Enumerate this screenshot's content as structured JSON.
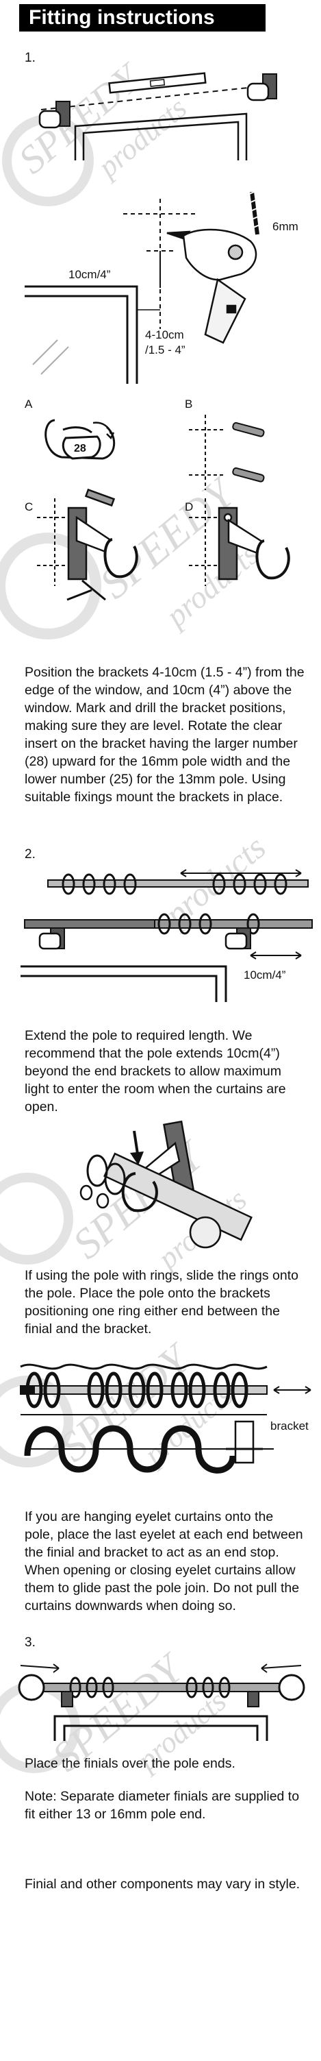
{
  "header": {
    "title": "Fitting instructions"
  },
  "steps": {
    "s1": "1.",
    "s2": "2.",
    "s3": "3."
  },
  "fig1": {
    "mm": "6mm",
    "dist_h": "10cm/4”",
    "dist_v1": "4-10cm",
    "dist_v2": "/1.5 - 4”",
    "insert": "28"
  },
  "figAB": {
    "a": "A",
    "b": "B",
    "c": "C",
    "d": "D"
  },
  "fig2": {
    "dist": "10cm/4”"
  },
  "fig4": {
    "bracket": "bracket"
  },
  "watermark": {
    "brand": "SPEEDY",
    "sub": "products"
  },
  "text": {
    "p1": "Position the brackets 4-10cm (1.5 - 4”) from the edge of the window, and 10cm (4”) above the window. Mark and drill the bracket positions, making sure they are level. Rotate the clear insert on the bracket having the larger number (28) upward for the 16mm pole width and the lower number (25) for the 13mm pole. Using suitable fixings mount the brackets in place.",
    "p2": "Extend the pole to required length. We recommend that the pole extends 10cm(4”) beyond the end brackets to allow maximum light to enter the room when the curtains are open.",
    "p3": "If using the pole with rings, slide the rings onto the pole.  Place the pole onto the brackets positioning one ring either end between the finial and the bracket.",
    "p4": "If you are hanging eyelet curtains onto the pole, place the last eyelet at each end between the finial and bracket to act as an end stop.  When opening or closing eyelet curtains allow them to glide past the pole join.  Do not pull the curtains downwards when doing so.",
    "p5": "Place the finials over the pole ends.",
    "p6": "Note: Separate diameter finials are supplied to fit either 13 or 16mm pole end.",
    "p7": "Finial and other components may vary in style."
  }
}
